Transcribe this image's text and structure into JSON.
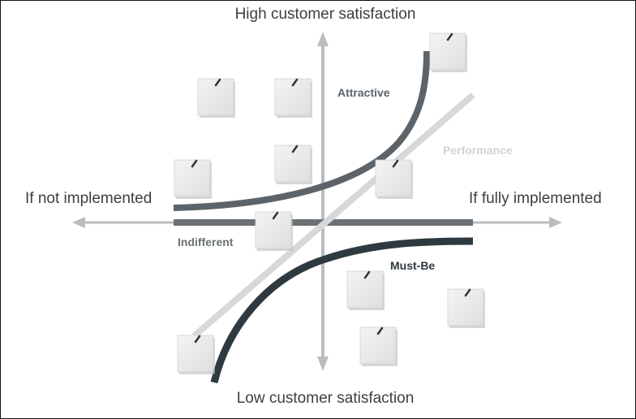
{
  "labels": {
    "top": "High customer satisfaction",
    "bottom": "Low customer satisfaction",
    "left": "If not implemented",
    "right": "If fully implemented"
  },
  "curves": {
    "attractive": "Attractive",
    "performance": "Performance",
    "indifferent": "Indifferent",
    "must_be": "Must-Be"
  },
  "colors": {
    "axis": "#b9bdc0",
    "attractive": "#5c6469",
    "performance": "#d6d8d9",
    "indifferent": "#6a7074",
    "must_be": "#2e3a40",
    "note": "#ececec"
  }
}
